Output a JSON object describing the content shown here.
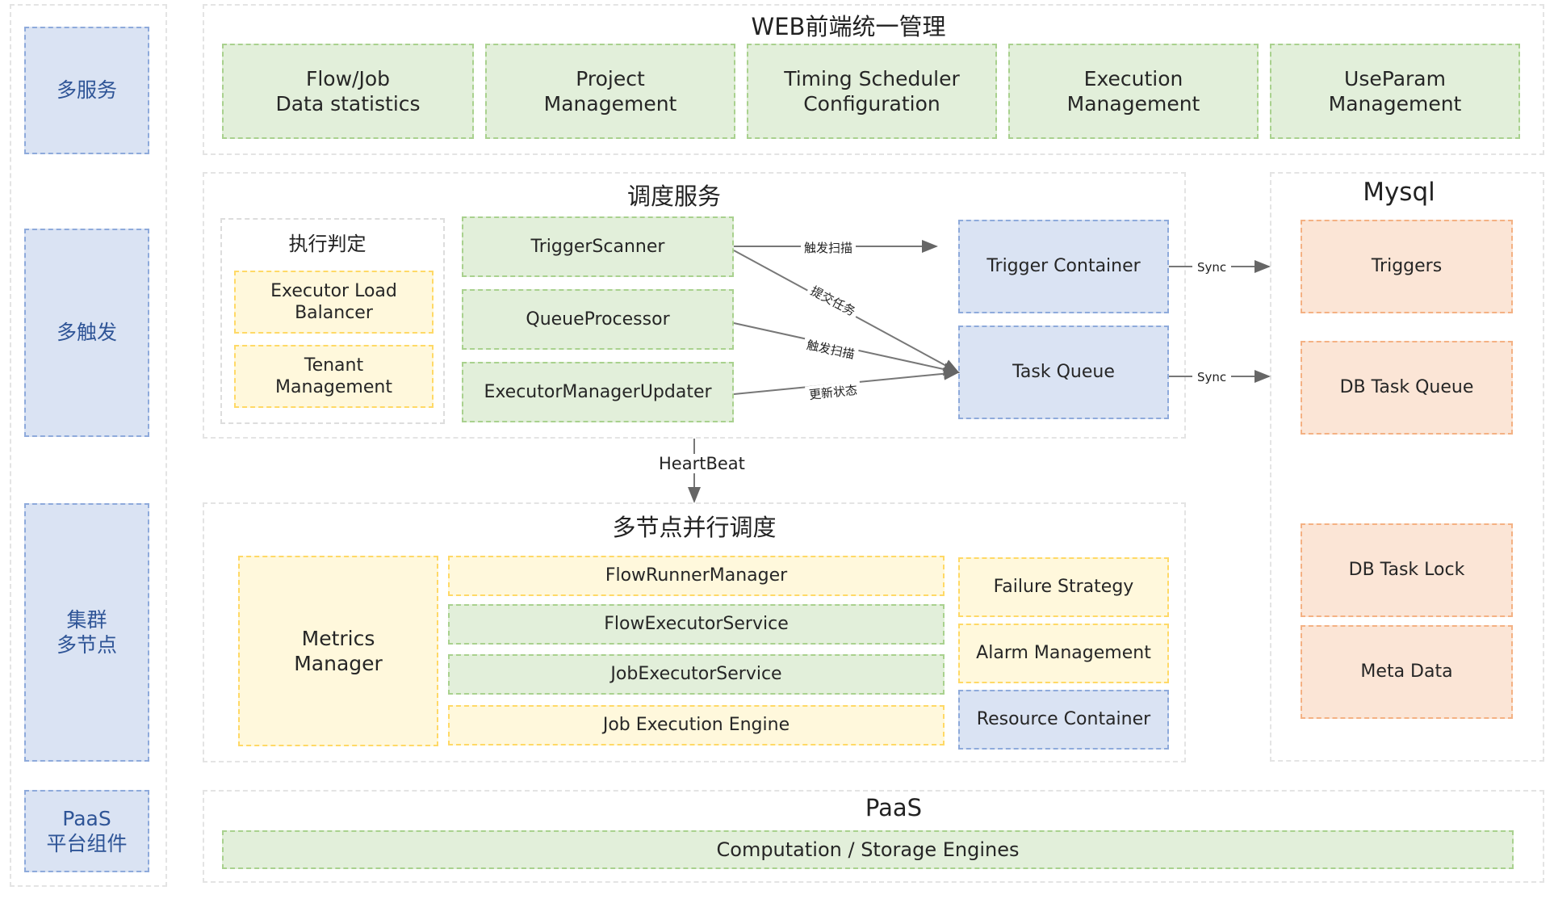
{
  "side_labels": {
    "multi_service": "多服务",
    "multi_trigger": "多触发",
    "cluster": "集群\n多节点",
    "paas_components": "PaaS\n平台组件"
  },
  "web": {
    "title": "WEB前端统一管理",
    "modules": [
      "Flow/Job\nData statistics",
      "Project\nManagement",
      "Timing Scheduler\nConfiguration",
      "Execution\nManagement",
      "UseParam\nManagement"
    ]
  },
  "dispatch": {
    "title": "调度服务",
    "judge": {
      "title": "执行判定",
      "items": [
        "Executor Load\nBalancer",
        "Tenant\nManagement"
      ]
    },
    "components": [
      "TriggerScanner",
      "QueueProcessor",
      "ExecutorManagerUpdater"
    ],
    "trigger_container": "Trigger Container",
    "task_queue": "Task Queue",
    "edge_labels": {
      "trigger_scan_1": "触发扫描",
      "submit_task": "提交任务",
      "trigger_scan_2": "触发扫描",
      "update_status": "更新状态"
    }
  },
  "heartbeat": "HeartBeat",
  "sync_labels": [
    "Sync",
    "Sync"
  ],
  "mysql": {
    "title": "Mysql",
    "tables": [
      "Triggers",
      "DB Task Queue",
      "DB Task Lock",
      "Meta Data"
    ]
  },
  "multinode": {
    "title": "多节点并行调度",
    "metrics": "Metrics\nManager",
    "stack": [
      "FlowRunnerManager",
      "FlowExecutorService",
      "JobExecutorService",
      "Job Execution Engine"
    ],
    "right": [
      "Failure Strategy",
      "Alarm Management",
      "Resource Container"
    ]
  },
  "paas": {
    "title": "PaaS",
    "engines": "Computation / Storage Engines"
  },
  "colors": {
    "blue": "#dae3f3",
    "green": "#e2efda",
    "yellow": "#fff8dc",
    "orange": "#fbe5d6",
    "side_text": "#2f5597"
  }
}
